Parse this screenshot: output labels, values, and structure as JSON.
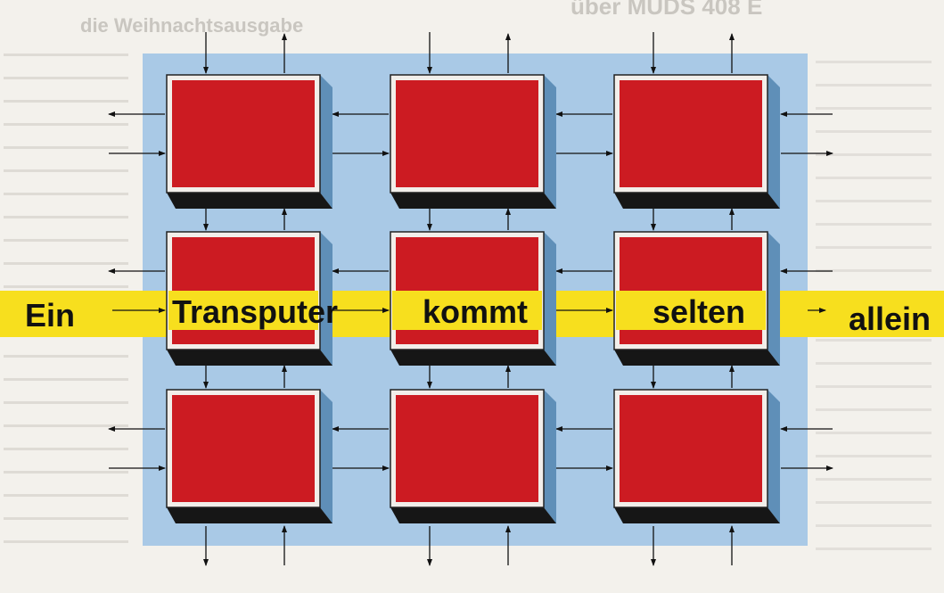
{
  "banner": {
    "words": [
      "Ein",
      "Transputer",
      "kommt",
      "selten",
      "allein"
    ]
  },
  "background": {
    "headline": "die Weihnachtsausgabe",
    "headline_right": "über MUDS 408 E"
  },
  "colors": {
    "page": "#f3f1ec",
    "panel": "#a9c9e6",
    "chip_red": "#cc1b22",
    "chip_frame": "#f2eeea",
    "chip_shadow": "#161616",
    "chip_side": "#5f8fb8",
    "band": "#f7df1e"
  },
  "grid": {
    "rows": 3,
    "cols": 3
  }
}
